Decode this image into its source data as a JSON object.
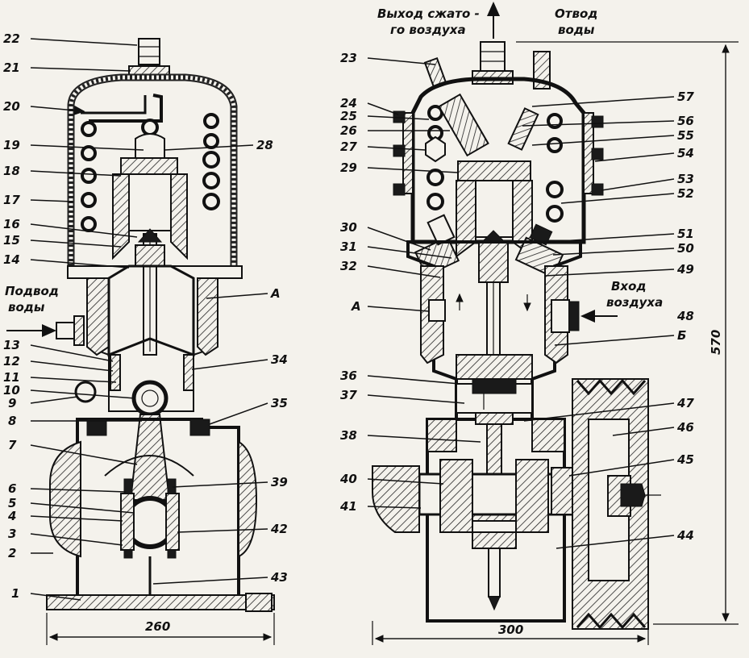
{
  "left_view": {
    "callouts": [
      "22",
      "21",
      "20",
      "19",
      "18",
      "17",
      "16",
      "15",
      "14",
      "13",
      "12",
      "11",
      "10",
      "9",
      "8",
      "7",
      "6",
      "5",
      "4",
      "3",
      "2",
      "1",
      "28",
      "34",
      "35",
      "39",
      "42",
      "43"
    ],
    "label_A": "А",
    "water_inlet": [
      "Подвод",
      "воды"
    ],
    "width_dimension": "260"
  },
  "right_view": {
    "compressed_air_outlet": [
      "Выход сжато -",
      "го воздуха"
    ],
    "water_outlet": [
      "Отвод",
      "воды"
    ],
    "air_inlet": [
      "Вход",
      "воздуха"
    ],
    "callouts": [
      "23",
      "24",
      "25",
      "26",
      "27",
      "29",
      "30",
      "31",
      "32",
      "36",
      "37",
      "38",
      "40",
      "41",
      "57",
      "56",
      "55",
      "54",
      "53",
      "52",
      "51",
      "50",
      "49",
      "48",
      "47",
      "46",
      "45",
      "44"
    ],
    "label_A": "А",
    "label_B": "Б",
    "width_dimension": "300",
    "height_dimension": "570"
  }
}
